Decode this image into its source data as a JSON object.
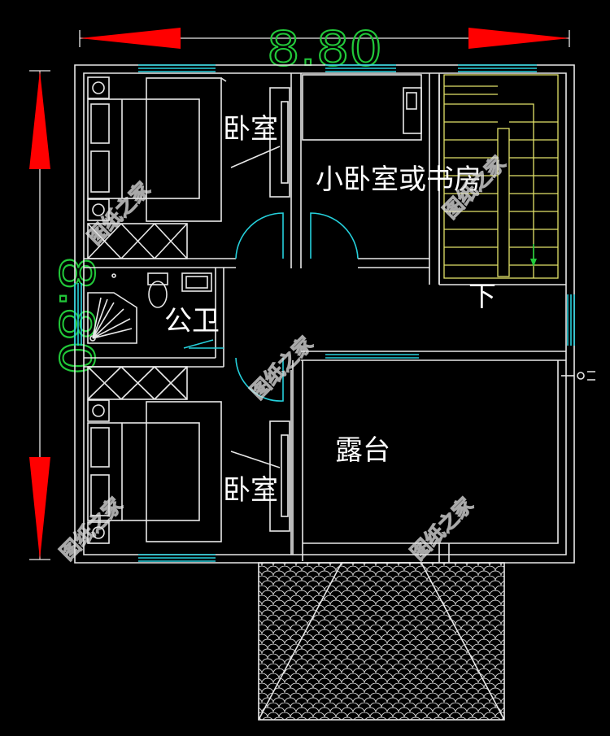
{
  "plan": {
    "rooms": {
      "bedroom_top": "卧室",
      "small_bedroom": "小卧室或书房",
      "bathroom": "公卫",
      "stair_down": "下",
      "bedroom_bottom": "卧室",
      "terrace": "露台"
    },
    "dimensions": {
      "width": "8.80",
      "height": "8.80"
    },
    "watermark": "图纸之家",
    "colors": {
      "background": "#000000",
      "walls": "#e8e8e8",
      "windows": "#25d0dc",
      "stairs": "#e3e36a",
      "dimension_text": "#22c93a",
      "dimension_arrow": "#ff0000"
    }
  }
}
